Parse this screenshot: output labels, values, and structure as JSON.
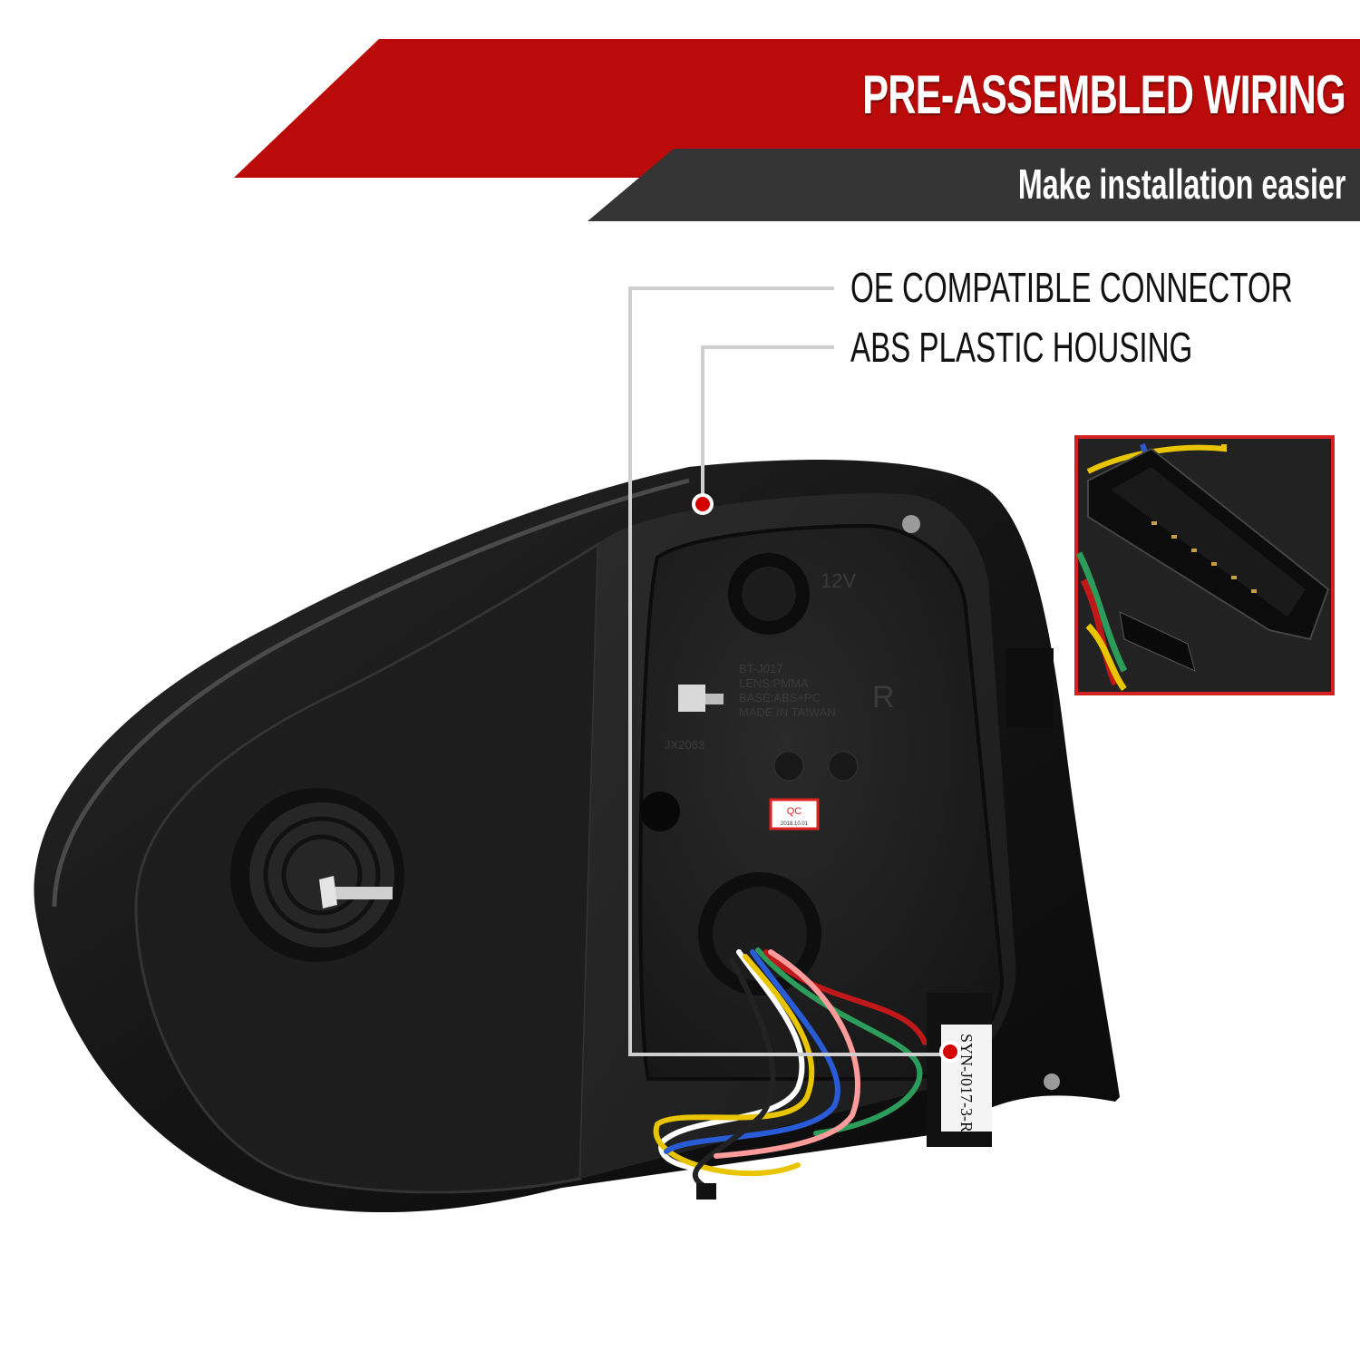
{
  "banner": {
    "title": "PRE-ASSEMBLED WIRING",
    "subtitle": "Make installation easier",
    "colors": {
      "red": "#bb0a0a",
      "dark": "#353535"
    }
  },
  "callouts": [
    {
      "label": "OE COMPATIBLE CONNECTOR"
    },
    {
      "label": "ABS PLASTIC HOUSING"
    }
  ],
  "product": {
    "molded_text": [
      "12V",
      "BT-J017",
      "LENS:PMMA",
      "BASE:ABS+PC",
      "MADE IN TAIWAN",
      "R",
      "JX2063"
    ],
    "qc_sticker": {
      "label": "QC",
      "date": "2018.10.01"
    },
    "part_label": "SYN-J017-3-R"
  },
  "accent_colors": {
    "marker": "#d40000",
    "inset_border": "#d42020",
    "leader_line": "#cfcfcf"
  }
}
